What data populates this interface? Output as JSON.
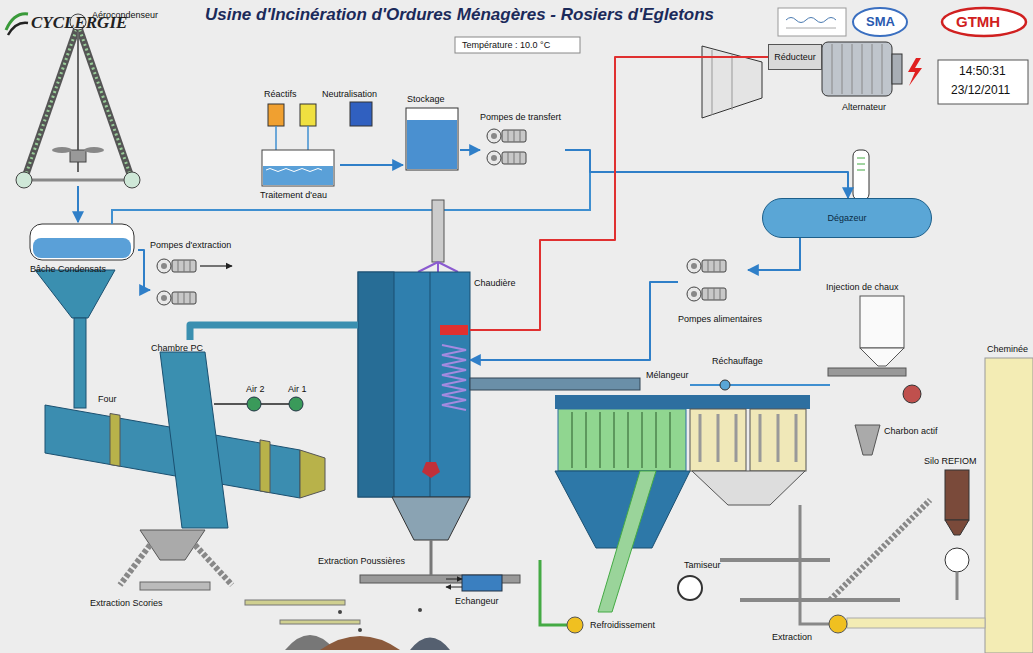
{
  "diagram": {
    "title": "Usine d'Incinération d'Ordures Ménagères - Rosiers d'Egletons",
    "nodes": [
      {
        "text": [
          "Aérocondenseur"
        ]
      },
      {
        "text": [
          "Traitement d'eau"
        ]
      },
      {
        "text": [
          "Stockage"
        ]
      },
      {
        "text": [
          "Pompes de transfert"
        ]
      },
      {
        "text": [
          "Bâche Condensats"
        ]
      },
      {
        "text": [
          "Pompes d'extraction"
        ]
      },
      {
        "text": [
          "Réducteur"
        ]
      },
      {
        "text": [
          "Alternateur"
        ]
      },
      {
        "text": [
          "Dégazeur"
        ]
      },
      {
        "text": [
          "Pompes alimentaires"
        ]
      },
      {
        "text": [
          "Chaudière"
        ]
      },
      {
        "text": [
          "Chambre PC"
        ]
      }
    ],
    "edges": [
      {
        "from": 1,
        "to": 2,
        "arrow": "to"
      },
      {
        "from": 2,
        "to": 3,
        "arrow": "to"
      },
      {
        "from": 3,
        "to": 8,
        "arrow": "to"
      },
      {
        "from": 0,
        "to": 4,
        "arrow": "to"
      },
      {
        "from": 4,
        "to": 5,
        "arrow": "to"
      },
      {
        "from": 10,
        "to": 6,
        "arrow": "none"
      },
      {
        "from": 6,
        "to": 7,
        "arrow": "none"
      },
      {
        "from": 8,
        "to": 9,
        "arrow": "to"
      },
      {
        "from": 9,
        "to": 10,
        "arrow": "to"
      },
      {
        "from": 11,
        "to": 10,
        "arrow": "none"
      }
    ],
    "labels": [
      "CYCLERGIE",
      "Température : 10.0 °C",
      "SMA",
      "GTMH",
      "14:50:31",
      "23/12/2011",
      "Réactifs",
      "Neutralisation",
      "Injection de chaux",
      "Cheminée",
      "Air 2",
      "Air 1",
      "Four",
      "Extraction Poussières",
      "Réchauffage",
      "Mélangeur",
      "Charbon actif",
      "Silo REFIOM",
      "Echangeur",
      "Refroidissement",
      "Tamiseur",
      "Extraction",
      "Extraction Scories"
    ]
  }
}
